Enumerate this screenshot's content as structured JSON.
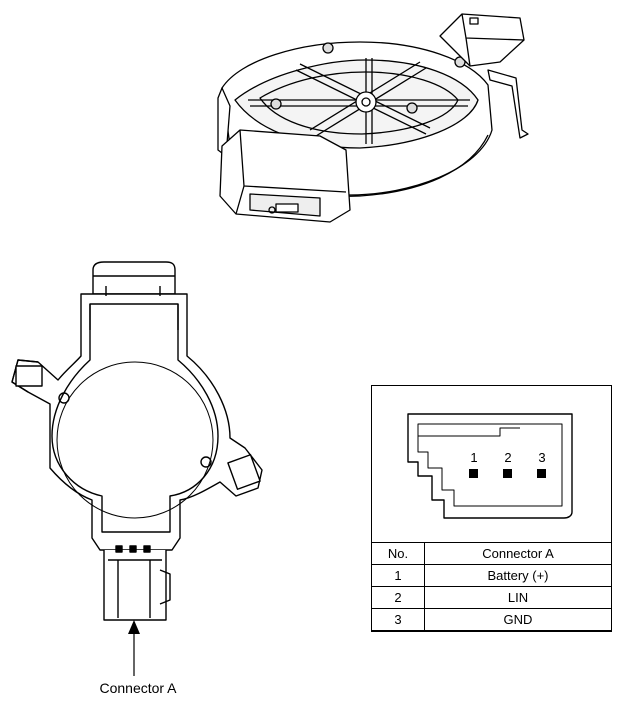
{
  "callout": {
    "label": "Connector A"
  },
  "connector": {
    "pins": [
      "1",
      "2",
      "3"
    ]
  },
  "pin_table": {
    "headers": [
      "No.",
      "Connector A"
    ],
    "rows": [
      {
        "no": "1",
        "function": "Battery (+)"
      },
      {
        "no": "2",
        "function": "LIN"
      },
      {
        "no": "3",
        "function": "GND"
      }
    ]
  }
}
